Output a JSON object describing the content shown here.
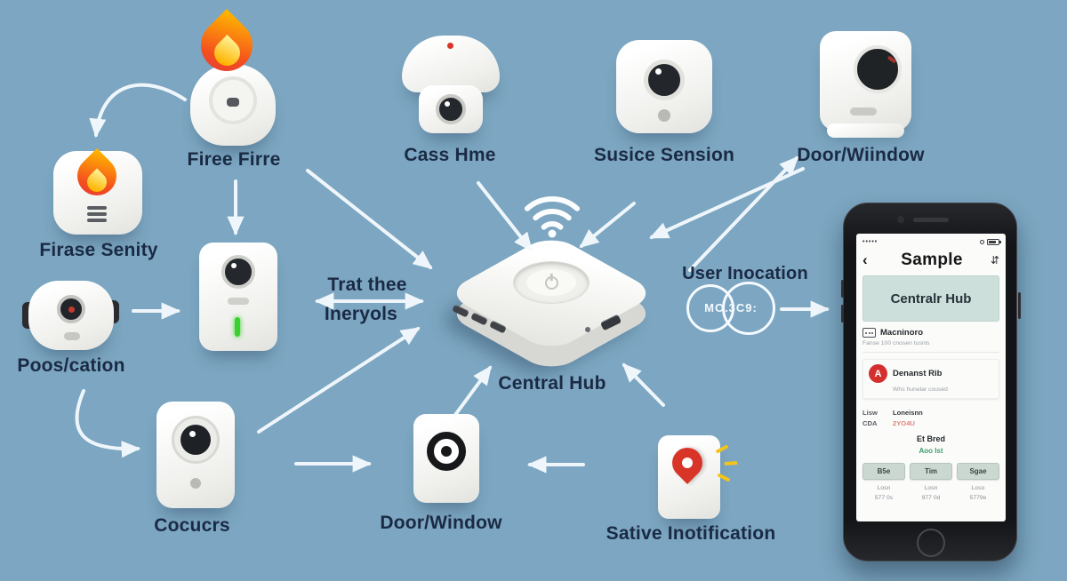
{
  "colors": {
    "background": "#7CA6C1",
    "label_text": "#1B2A44",
    "arrow": "#F4FAFE",
    "device_white": "#F3F3F0",
    "flame_orange": "#F4511E",
    "flame_yellow": "#FFB300",
    "led_green": "#39D12F",
    "pin_red": "#D83528",
    "sparkle_yellow": "#F2C41D",
    "phone_frame": "#131417",
    "card_teal": "#CCDFDB",
    "alert_red": "#D32F2F",
    "value_red": "#E2837B",
    "link_green": "#3BA06B"
  },
  "labels": {
    "fire_top": "Firee Firre",
    "camera_ceiling": "Cass Hme",
    "sensor": "Susice Sension",
    "door_window_top": "Door/Wiindow",
    "fire_left": "Firase Senity",
    "position": "Poos/cation",
    "interval_line1": "Trat thee",
    "interval_line2": "Ineryols",
    "hub": "Central Hub",
    "user_location": "User Inocation",
    "badge": "MO.3C9:",
    "camera_bottom": "Cocucrs",
    "door_window_bottom": "Door/Window",
    "notification": "Sative Inotification"
  },
  "phone": {
    "status": {
      "signal_dots": "•••••"
    },
    "header": {
      "back": "‹",
      "title": "Sample",
      "menu": "⇵"
    },
    "hub_card": "Centralr Hub",
    "device_row": {
      "title": "Macninoro",
      "subtitle": "Fanse   100 cnosen tusnls"
    },
    "alert_row": {
      "badge": "A",
      "title": "Denanst Rib",
      "subtitle": "Whs hunelar coused"
    },
    "info": {
      "k1": "Lisw",
      "v1": "Loneisnn",
      "k2": "CDA",
      "v2": "2YO4U"
    },
    "center": {
      "bold": "Et Bred",
      "link": "Aoo lst"
    },
    "actions": [
      {
        "label": "B5e",
        "sub1": "Losn",
        "sub2": "577 0s"
      },
      {
        "label": "Tim",
        "sub1": "Losn",
        "sub2": "977 0d"
      },
      {
        "label": "Sgae",
        "sub1": "Loso",
        "sub2": "5779e"
      }
    ]
  }
}
